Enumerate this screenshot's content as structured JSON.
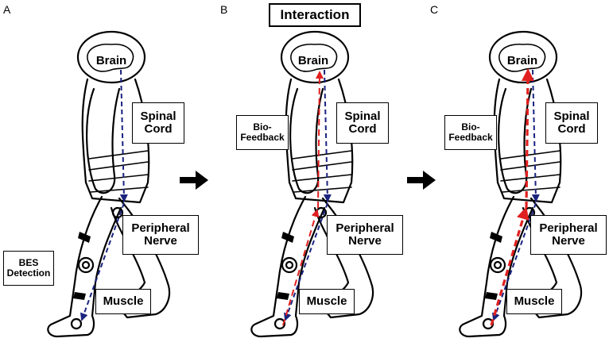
{
  "panels": [
    {
      "letter": "A",
      "brain": "Brain",
      "spinal_cord": "Spinal Cord",
      "peripheral_nerve": "Peripheral Nerve",
      "muscle": "Muscle",
      "extra": "BES Detection"
    },
    {
      "letter": "B",
      "brain": "Brain",
      "spinal_cord": "Spinal Cord",
      "peripheral_nerve": "Peripheral Nerve",
      "muscle": "Muscle",
      "extra": "Bio-Feedback"
    },
    {
      "letter": "C",
      "brain": "Brain",
      "spinal_cord": "Spinal Cord",
      "peripheral_nerve": "Peripheral Nerve",
      "muscle": "Muscle",
      "extra": "Bio-Feedback"
    }
  ],
  "header": {
    "interaction": "Interaction"
  },
  "colors": {
    "efferent": "#1a237e",
    "afferent": "#e02020",
    "outline": "#000000"
  },
  "icons": [
    "arrow-right-icon",
    "arrow-right-icon"
  ]
}
